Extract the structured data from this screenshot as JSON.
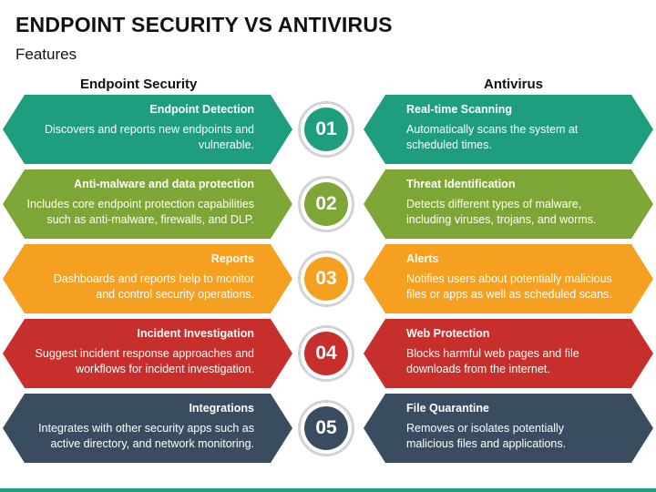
{
  "title": "ENDPOINT SECURITY VS ANTIVIRUS",
  "subtitle": "Features",
  "left_heading": "Endpoint Security",
  "right_heading": "Antivirus",
  "colors": {
    "row1": "#1e9e7f",
    "row2": "#7ea637",
    "row3": "#f5a021",
    "row4": "#c62f2b",
    "row5": "#3a4d60",
    "circle_ring": "#d3d3d3",
    "bottom_bar": "#1e9e7f"
  },
  "rows": [
    {
      "number": "01",
      "left": {
        "heading": "Endpoint Detection",
        "line1": "Discovers and reports new endpoints and",
        "line2": "vulnerable."
      },
      "right": {
        "heading": "Real-time Scanning",
        "line1": "Automatically scans the system at",
        "line2": "scheduled times."
      }
    },
    {
      "number": "02",
      "left": {
        "heading": "Anti-malware and data protection",
        "line1": "Includes core endpoint protection capabilities",
        "line2": "such as anti-malware, firewalls, and DLP."
      },
      "right": {
        "heading": "Threat Identification",
        "line1": "Detects different types of malware,",
        "line2": "including viruses, trojans, and worms."
      }
    },
    {
      "number": "03",
      "left": {
        "heading": "Reports",
        "line1": "Dashboards and reports help to monitor",
        "line2": "and control security operations."
      },
      "right": {
        "heading": "Alerts",
        "line1": "Notifies users about potentially malicious",
        "line2": "files or apps as well as scheduled scans."
      }
    },
    {
      "number": "04",
      "left": {
        "heading": "Incident Investigation",
        "line1": "Suggest incident response approaches and",
        "line2": "workflows for incident investigation."
      },
      "right": {
        "heading": "Web Protection",
        "line1": "Blocks harmful web pages and file",
        "line2": "downloads from the internet."
      }
    },
    {
      "number": "05",
      "left": {
        "heading": "Integrations",
        "line1": "Integrates with other security apps such as",
        "line2": "active directory, and network monitoring."
      },
      "right": {
        "heading": "File Quarantine",
        "line1": "Removes or isolates potentially",
        "line2": "malicious files and applications."
      }
    }
  ]
}
